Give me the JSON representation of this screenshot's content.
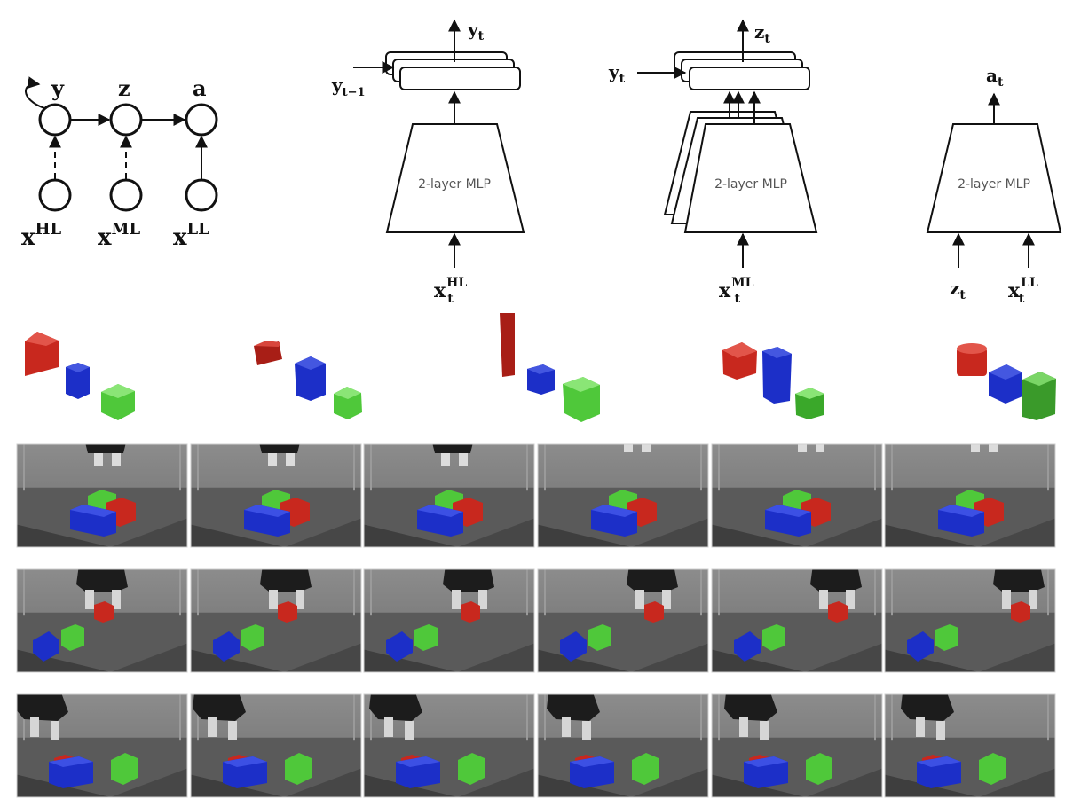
{
  "graph": {
    "nodes": [
      {
        "id": "y",
        "label": "y"
      },
      {
        "id": "z",
        "label": "z"
      },
      {
        "id": "a",
        "label": "a"
      },
      {
        "id": "xHL",
        "label": "x",
        "sup": "HL"
      },
      {
        "id": "xML",
        "label": "x",
        "sup": "ML"
      },
      {
        "id": "xLL",
        "label": "x",
        "sup": "LL"
      }
    ]
  },
  "networks": [
    {
      "id": "hl",
      "mlp_label": "2-layer MLP",
      "output": {
        "label": "y",
        "sub": "t"
      },
      "recurrent_input": {
        "label": "y",
        "sub": "t−1"
      },
      "inputs": [
        {
          "label": "x",
          "sub": "t",
          "sup": "HL"
        }
      ]
    },
    {
      "id": "ml",
      "mlp_label": "2-layer MLP",
      "output": {
        "label": "z",
        "sub": "t"
      },
      "recurrent_input": {
        "label": "y",
        "sub": "t"
      },
      "inputs": [
        {
          "label": "x",
          "sub": "t",
          "sup": "ML"
        }
      ]
    },
    {
      "id": "ll",
      "mlp_label": "2-layer MLP",
      "output": {
        "label": "a",
        "sub": "t"
      },
      "inputs": [
        {
          "label": "z",
          "sub": "t"
        },
        {
          "label": "x",
          "sub": "t",
          "sup": "LL"
        }
      ]
    }
  ],
  "object_sets": [
    {
      "id": "set-1",
      "objects": [
        "red wedge",
        "blue hexagonal prism",
        "green cube"
      ]
    },
    {
      "id": "set-2",
      "objects": [
        "red box",
        "blue cube",
        "green hexagonal prism"
      ]
    },
    {
      "id": "set-3",
      "objects": [
        "red tall bar",
        "blue cube",
        "green cube"
      ]
    },
    {
      "id": "set-4",
      "objects": [
        "red cube",
        "blue tall box",
        "green cube"
      ]
    },
    {
      "id": "set-5",
      "objects": [
        "red cylinder",
        "blue cube",
        "green tall cube"
      ]
    }
  ],
  "colors": {
    "red": "#c8281e",
    "blue": "#1c2fc8",
    "green": "#4fc83a",
    "floor": "#5a5a5a",
    "wall": "#7a7a7a",
    "gripper": "#1c1c1c"
  },
  "frames": {
    "rows": [
      {
        "id": "row-1",
        "count": 6
      },
      {
        "id": "row-2",
        "count": 6
      },
      {
        "id": "row-3",
        "count": 6
      }
    ]
  }
}
